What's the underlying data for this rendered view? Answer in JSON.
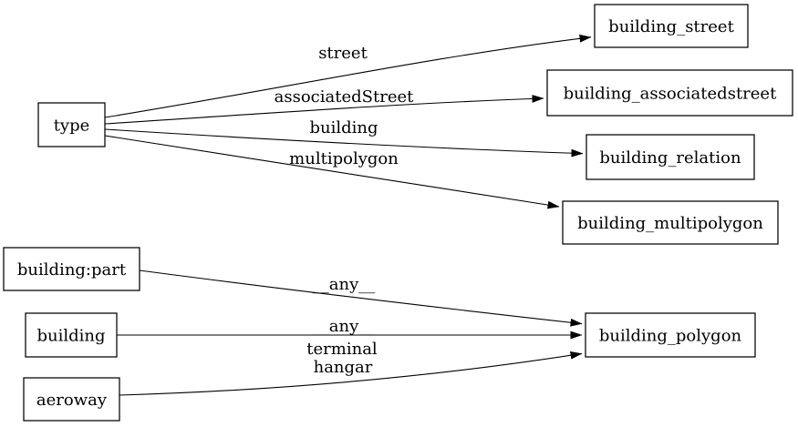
{
  "diagram": {
    "type": "directed-graph",
    "background_color": "#ffffff",
    "node_fill_color": "#ffffff",
    "node_border_color": "#000000",
    "edge_color": "#000000",
    "text_color": "#000000",
    "nodes": [
      {
        "id": "type",
        "label": "type"
      },
      {
        "id": "building_street",
        "label": "building_street"
      },
      {
        "id": "building_associatedstreet",
        "label": "building_associatedstreet"
      },
      {
        "id": "building_relation",
        "label": "building_relation"
      },
      {
        "id": "building_multipolygon",
        "label": "building_multipolygon"
      },
      {
        "id": "building_part",
        "label": "building:part"
      },
      {
        "id": "building",
        "label": "building"
      },
      {
        "id": "aeroway",
        "label": "aeroway"
      },
      {
        "id": "building_polygon",
        "label": "building_polygon"
      }
    ],
    "edges": [
      {
        "from": "type",
        "to": "building_street",
        "labels": [
          "street"
        ]
      },
      {
        "from": "type",
        "to": "building_associatedstreet",
        "labels": [
          "associatedStreet"
        ]
      },
      {
        "from": "type",
        "to": "building_relation",
        "labels": [
          "building"
        ]
      },
      {
        "from": "type",
        "to": "building_multipolygon",
        "labels": [
          "multipolygon"
        ]
      },
      {
        "from": "building_part",
        "to": "building_polygon",
        "labels": [
          "__any__"
        ]
      },
      {
        "from": "building",
        "to": "building_polygon",
        "labels": [
          "__any__"
        ]
      },
      {
        "from": "aeroway",
        "to": "building_polygon",
        "labels": [
          "terminal",
          "hangar"
        ]
      }
    ]
  }
}
